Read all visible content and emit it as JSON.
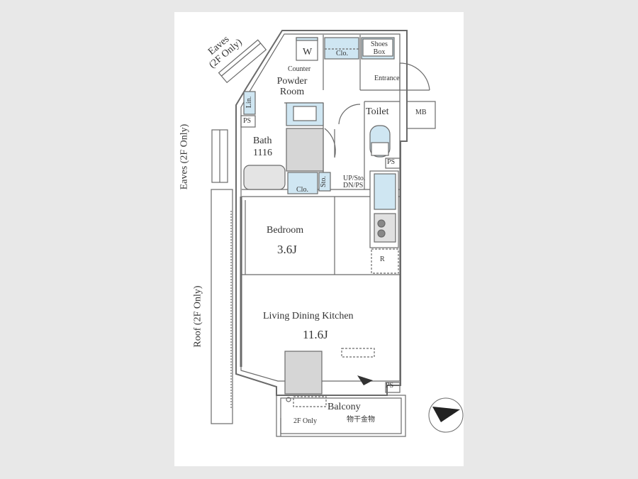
{
  "rooms": {
    "eaves_top": "Eaves\n(2F Only)",
    "eaves_left": "Eaves (2F Only)",
    "roof_left": "Roof (2F Only)",
    "w": "W",
    "clo_top": "Clo.",
    "shoes_box": "Shoes Box",
    "counter": "Counter",
    "powder_room": "Powder Room",
    "entrance": "Entrance",
    "lin": "Lin.",
    "toilet": "Toilet",
    "mb": "MB",
    "ps_top": "PS",
    "bath": "Bath",
    "bath_size": "1116",
    "ps_right": "PS",
    "sto": "Sto.",
    "clo_mid": "Clo.",
    "up_sto": "UP/Sto.",
    "dn_ps": "DN/PS",
    "bedroom": "Bedroom",
    "bedroom_size": "3.6J",
    "r": "R",
    "ldk": "Living Dining  Kitchen",
    "ldk_size": "11.6J",
    "ps_bottom": "PS",
    "balcony": "Balcony",
    "only_2f": "2F Only",
    "drying": "物干金物"
  },
  "colors": {
    "wall": "#6a6a6a",
    "fixture_blue": "#cfe6f2",
    "grey_fill": "#d6d6d6"
  }
}
